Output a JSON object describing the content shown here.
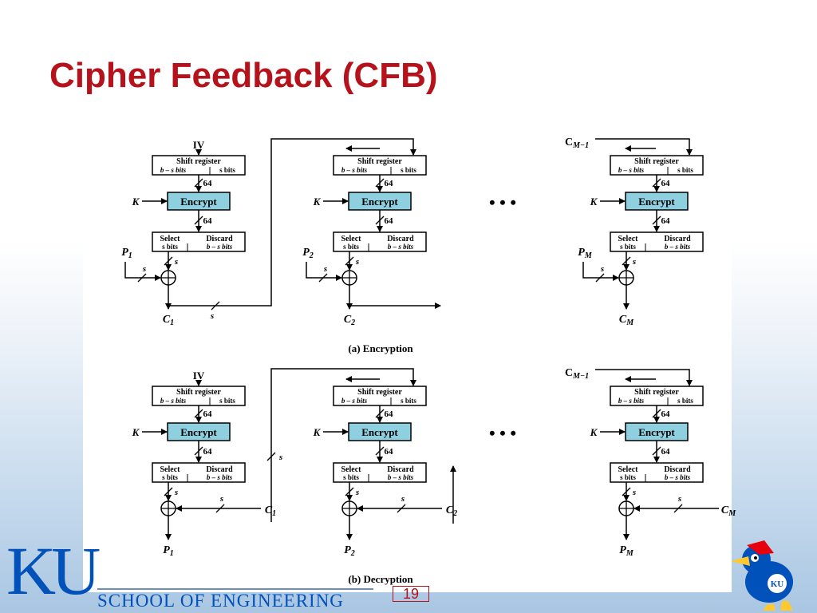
{
  "slide": {
    "title": "Cipher Feedback (CFB)",
    "page_number": "19",
    "footer_school": "SCHOOL OF ENGINEERING",
    "logo_text": "KU",
    "mascot_badge": "KU"
  },
  "diagram": {
    "iv_label": "IV",
    "shift_register_label": "Shift register",
    "shift_left_label": "b – s bits",
    "shift_right_label": "s bits",
    "encrypt_label": "Encrypt",
    "key_label": "K",
    "select_label": "Select",
    "select_sub_label": "s bits",
    "discard_label": "Discard",
    "discard_sub_label": "b – s bits",
    "width_64": "64",
    "width_s": "s",
    "xor_symbol": "⊕",
    "ellipsis": "•   •   •",
    "cm1_label": "C",
    "cm1_sub": "M−1",
    "sections": [
      {
        "caption": "(a) Encryption",
        "inputs": [
          {
            "base": "P",
            "sub": "1"
          },
          {
            "base": "P",
            "sub": "2"
          },
          {
            "base": "P",
            "sub": "M"
          }
        ],
        "outputs": [
          {
            "base": "C",
            "sub": "1"
          },
          {
            "base": "C",
            "sub": "2"
          },
          {
            "base": "C",
            "sub": "M"
          }
        ]
      },
      {
        "caption": "(b) Decryption",
        "inputs": [
          {
            "base": "C",
            "sub": "1"
          },
          {
            "base": "C",
            "sub": "2"
          },
          {
            "base": "C",
            "sub": "M"
          }
        ],
        "outputs": [
          {
            "base": "P",
            "sub": "1"
          },
          {
            "base": "P",
            "sub": "2"
          },
          {
            "base": "P",
            "sub": "M"
          }
        ]
      }
    ]
  },
  "colors": {
    "title": "#b5121b",
    "encrypt_fill": "#8ecfe0",
    "ku_blue": "#0051ba"
  }
}
